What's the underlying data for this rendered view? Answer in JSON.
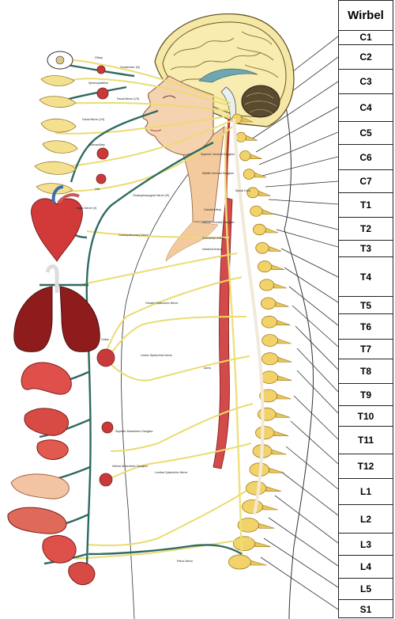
{
  "table": {
    "header": "Wirbel",
    "rows": [
      "C1",
      "C2",
      "C3",
      "C4",
      "C5",
      "C6",
      "C7",
      "T1",
      "T2",
      "T3",
      "T4",
      "T5",
      "T6",
      "T7",
      "T8",
      "T9",
      "T10",
      "T11",
      "T12",
      "L1",
      "L2",
      "L3",
      "L4",
      "L5",
      "S1"
    ]
  },
  "labels": {
    "ciliary": "Ciliary",
    "oculomotor": "Oculomotor (III)",
    "sphenopalatine": "Sphenopalatine",
    "facial": "Facial Nerve (VII)",
    "facial2": "Facial Nerve (VII)",
    "submaxillary": "Submaxillary",
    "otic": "Otic",
    "glossopharyngeal": "Glossopharyngeal Nerve (IX)",
    "vagus": "Vagus Nerve (X)",
    "cardiopulmonary": "Cardiopulmonary Nerve",
    "superior_cervical": "Superior Cervical Ganglion",
    "spinal_cord": "Spinal Cord",
    "middle_cervical": "Middle Cervical Ganglion",
    "carotid": "Carotid Artery",
    "inferior_cervical": "Inferior Cervical Ganglion",
    "subclavian": "Subclavian Artery",
    "vertebral": "Vertebral Artery",
    "greater_splanchnic": "Greater Splanchnic Nerve",
    "celiac": "Celiac",
    "lesser_splanchnic": "Lesser Splanchnic Nerve",
    "aorta": "Aorta",
    "superior_mesenteric": "Superior Mesenteric Ganglion",
    "inferior_mesenteric": "Inferior Mesenteric Ganglion",
    "lumbar_splanchnic": "Lumbar Splanchnic Nerve",
    "pelvic": "Pelvic Nerve"
  }
}
